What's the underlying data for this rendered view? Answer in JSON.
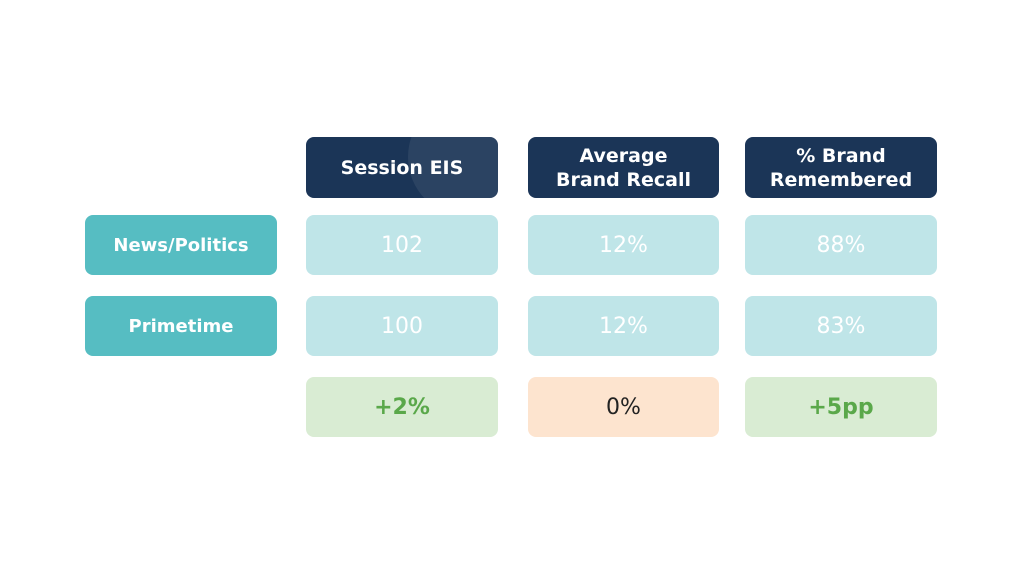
{
  "headers": {
    "col1": "Session EIS",
    "col2": "Average\nBrand Recall",
    "col3": "% Brand\nRemembered"
  },
  "rows": [
    {
      "label": "News/Politics",
      "values": [
        "102",
        "12%",
        "88%"
      ]
    },
    {
      "label": "Primetime",
      "values": [
        "100",
        "12%",
        "83%"
      ]
    }
  ],
  "difference": [
    "+2%",
    "0%",
    "+5pp"
  ],
  "colors": {
    "header_bg": "#1b3557",
    "row_label_bg": "#56bdc2",
    "value_bg": "#bfe5e8",
    "positive_bg": "#d9ecd3",
    "positive_text": "#5aa84a",
    "neutral_bg": "#fde4cf"
  }
}
